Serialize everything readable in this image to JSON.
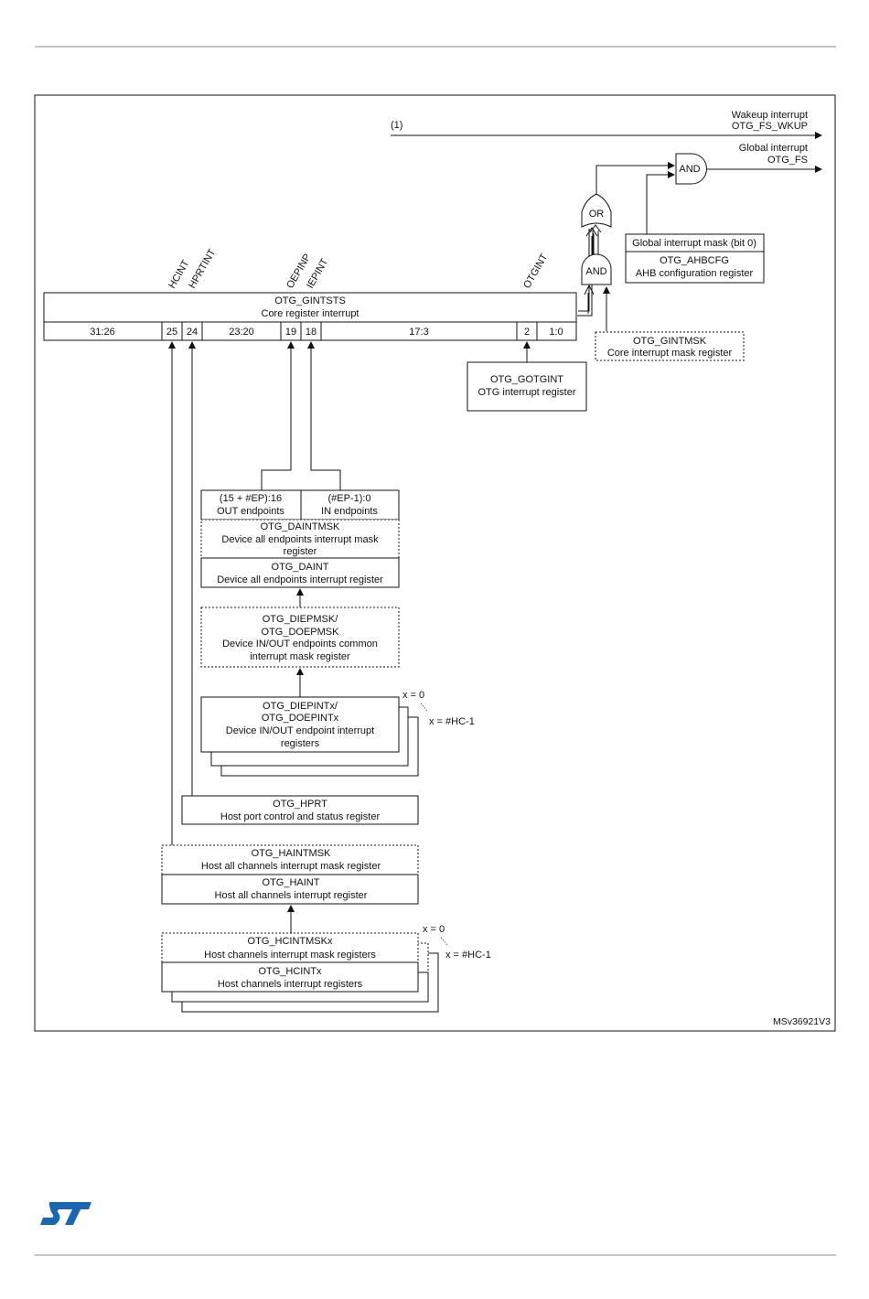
{
  "diagram_id": "MSv36921V3",
  "wakeup": {
    "note": "(1)",
    "line1": "Wakeup interrupt",
    "line2": "OTG_FS_WKUP"
  },
  "global": {
    "line1": "Global interrupt",
    "line2": "OTG_FS"
  },
  "gates": {
    "and_top": "AND",
    "or": "OR",
    "and_mid": "AND"
  },
  "ahbcfg": {
    "bit": "Global interrupt mask (bit 0)",
    "name": "OTG_AHBCFG",
    "desc": "AHB configuration register"
  },
  "gintmsk": {
    "name": "OTG_GINTMSK",
    "desc": "Core interrupt mask register"
  },
  "gotgint": {
    "name": "OTG_GOTGINT",
    "desc": "OTG interrupt register"
  },
  "gintsts": {
    "name": "OTG_GINTSTS",
    "desc": "Core register interrupt",
    "fields": [
      "31:26",
      "25",
      "24",
      "23:20",
      "19",
      "18",
      "17:3",
      "2",
      "1:0"
    ],
    "bit_labels": [
      "HCINT",
      "HPRTINT",
      "OEPINP",
      "IEPINT",
      "OTGINT"
    ]
  },
  "daint": {
    "out_range": "(15 + #EP):16",
    "out_label": "OUT endpoints",
    "in_range": "(#EP-1):0",
    "in_label": "IN endpoints",
    "msk_name": "OTG_DAINTMSK",
    "msk_desc1": "Device all endpoints interrupt mask",
    "msk_desc2": "register",
    "name": "OTG_DAINT",
    "desc": "Device all endpoints interrupt register"
  },
  "diepmsk": {
    "line1": "OTG_DIEPMSK/",
    "line2": "OTG_DOEPMSK",
    "line3": "Device IN/OUT endpoints common",
    "line4": "interrupt mask register"
  },
  "diepint": {
    "line1": "OTG_DIEPINTx/",
    "line2": "OTG_DOEPINTx",
    "line3": "Device IN/OUT endpoint interrupt",
    "line4": "registers",
    "x0": "x = 0",
    "xn": "x = #HC-1"
  },
  "hprt": {
    "name": "OTG_HPRT",
    "desc": "Host port control and status register"
  },
  "haint": {
    "msk_name": "OTG_HAINTMSK",
    "msk_desc": "Host all channels interrupt mask register",
    "name": "OTG_HAINT",
    "desc": "Host all channels interrupt register"
  },
  "hcint": {
    "msk_name": "OTG_HCINTMSKx",
    "msk_desc": "Host channels interrupt mask registers",
    "name": "OTG_HCINTx",
    "desc": "Host channels interrupt registers",
    "x0": "x = 0",
    "xn": "x = #HC-1"
  }
}
